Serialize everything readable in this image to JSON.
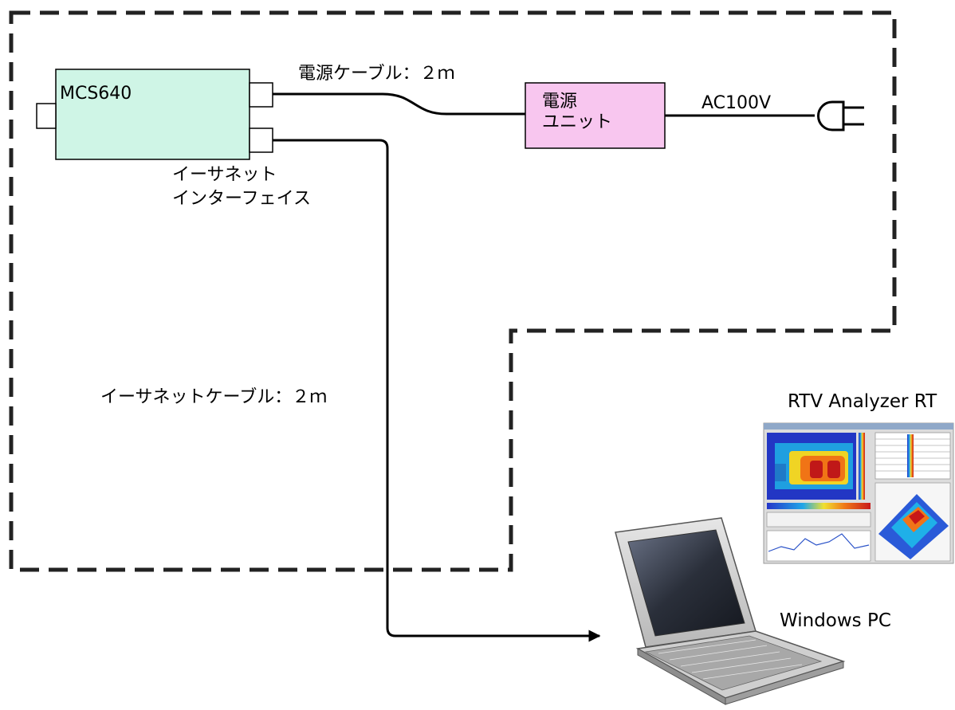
{
  "device": {
    "name": "MCS640",
    "fill": "#cff5e6"
  },
  "ethernet_interface": {
    "line1": "イーサネット",
    "line2": "インターフェイス"
  },
  "power_cable": {
    "label": "電源ケーブル：２ｍ"
  },
  "power_unit": {
    "line1": "電源",
    "line2": "ユニット",
    "fill": "#f8c6ef"
  },
  "ac_supply": {
    "label": "AC100V"
  },
  "ethernet_cable": {
    "label": "イーサネットケーブル：２ｍ"
  },
  "software": {
    "label": "RTV Analyzer RT",
    "icon": "thermal-analyzer-screenshot-icon"
  },
  "computer": {
    "label": "Windows PC",
    "icon": "laptop-icon"
  },
  "colors": {
    "line": "#000000",
    "boundary": "#222222"
  }
}
